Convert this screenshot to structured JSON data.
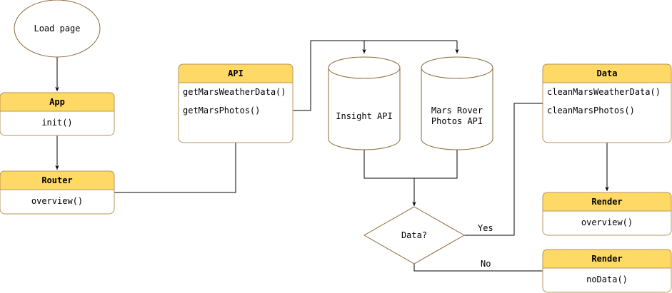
{
  "colors": {
    "header_fill": "#ffd966",
    "border": "#b5955a",
    "shape_stroke": "#8b6a3a",
    "edge": "#000000",
    "background": "#ffffff"
  },
  "nodes": {
    "load_page": {
      "label": "Load page"
    },
    "app": {
      "title": "App",
      "lines": [
        "init()"
      ]
    },
    "router": {
      "title": "Router",
      "lines": [
        "overview()"
      ]
    },
    "api": {
      "title": "API",
      "lines": [
        "getMarsWeatherData()",
        "getMarsPhotos()"
      ]
    },
    "insight_api": {
      "lines": [
        "Insight API"
      ]
    },
    "mars_rover_api": {
      "lines": [
        "Mars Rover",
        "Photos API"
      ]
    },
    "data_decision": {
      "label": "Data?"
    },
    "data": {
      "title": "Data",
      "lines": [
        "cleanMarsWeatherData()",
        "cleanMarsPhotos()"
      ]
    },
    "render_overview": {
      "title": "Render",
      "lines": [
        "overview()"
      ]
    },
    "render_nodata": {
      "title": "Render",
      "lines": [
        "noData()"
      ]
    }
  },
  "edges": {
    "yes_label": "Yes",
    "no_label": "No"
  }
}
